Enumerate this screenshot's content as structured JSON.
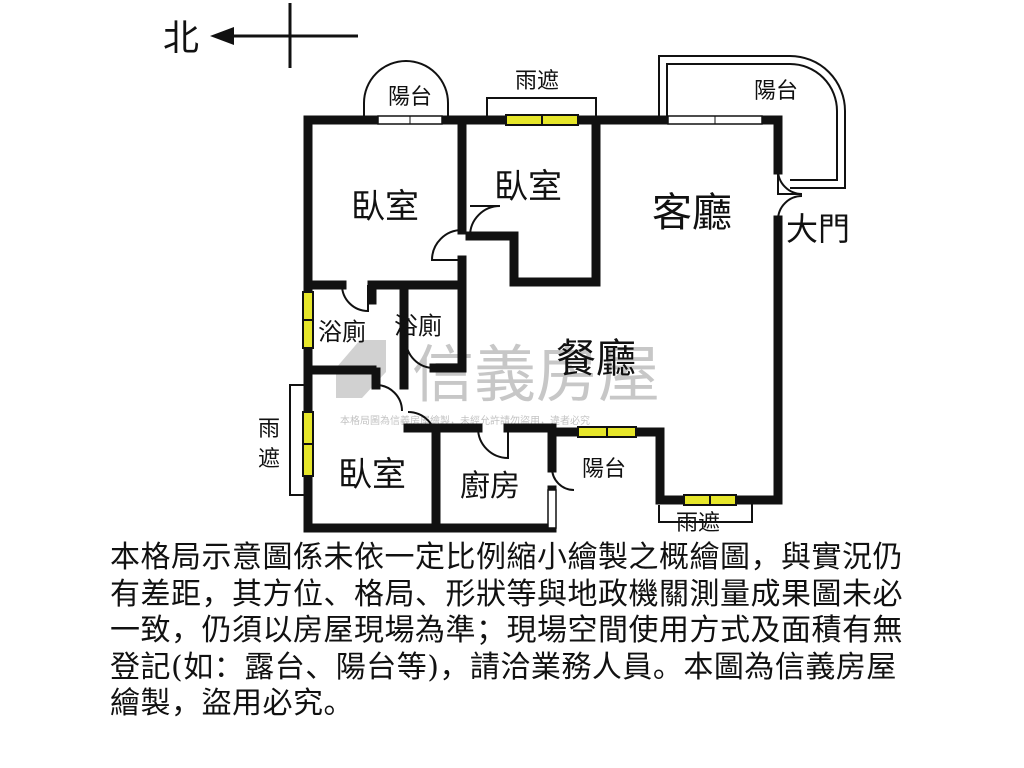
{
  "compass": {
    "north_label": "北"
  },
  "rooms": {
    "bedroom_1": "臥室",
    "bedroom_2": "臥室",
    "bedroom_3": "臥室",
    "living_room": "客廳",
    "dining_room": "餐廳",
    "bathroom_1": "浴廁",
    "bathroom_2": "浴廁",
    "kitchen": "廚房",
    "main_door": "大門"
  },
  "balconies": {
    "top_left": "陽台",
    "top_right": "陽台",
    "kitchen": "陽台"
  },
  "canopies": {
    "top": "雨遮",
    "left_line1": "雨",
    "left_line2": "遮",
    "bottom": "雨遮"
  },
  "watermark": {
    "brand": "信義房屋",
    "notice": "本格局圖為信義房屋繪製，未經允許請勿盜用，違者必究"
  },
  "disclaimer": "本格局示意圖係未依一定比例縮小繪製之概繪圖，與實況仍有差距，其方位、格局、形狀等與地政機關測量成果圖未必一致，仍須以房屋現場為準；現場空間使用方式及面積有無登記(如：露台、陽台等)，請洽業務人員。本圖為信義房屋繪製，盜用必究。",
  "colors": {
    "window_fill": "#e6e62a",
    "wall": "#111111",
    "watermark": "#9a9a9a"
  }
}
